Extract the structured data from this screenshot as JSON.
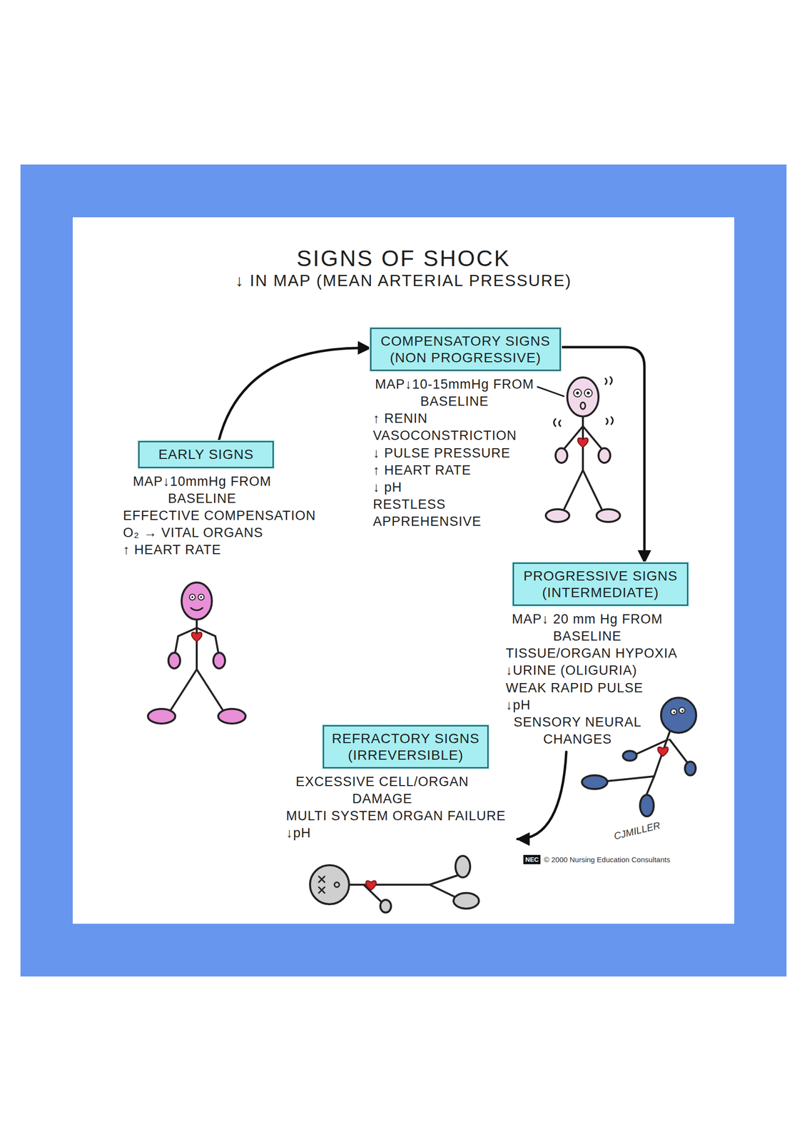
{
  "diagram": {
    "title": "SIGNS OF SHOCK",
    "nodes": [
      {
        "text": [
          "EARLY SIGNS",
          "MAP↓10mmHg FROM BASELINE",
          "EFFECTIVE COMPENSATION",
          "O₂ → VITAL ORGANS",
          "↑ HEART RATE"
        ]
      },
      {
        "text": [
          "COMPENSATORY SIGNS (NON PROGRESSIVE)",
          "MAP↓10-15mmHg FROM BASELINE",
          "↑ RENIN",
          "VASOCONSTRICTION",
          "↓ PULSE PRESSURE",
          "↑ HEART RATE",
          "↓ pH",
          "RESTLESS",
          "APPREHENSIVE"
        ]
      },
      {
        "text": [
          "PROGRESSIVE SIGNS (INTERMEDIATE)",
          "MAP↓ 20 mm Hg FROM BASELINE",
          "TISSUE/ORGAN HYPOXIA",
          "↓URINE (OLIGURIA)",
          "WEAK RAPID PULSE",
          "↓pH",
          "SENSORY NEURAL CHANGES"
        ]
      },
      {
        "text": [
          "REFRACTORY SIGNS (IRREVERSIBLE)",
          "EXCESSIVE CELL/ORGAN DAMAGE",
          "MULTI SYSTEM ORGAN FAILURE",
          "↓pH"
        ]
      }
    ],
    "edges": [
      {
        "from": 0,
        "to": 1,
        "arrow": "to"
      },
      {
        "from": 1,
        "to": 2,
        "arrow": "to"
      },
      {
        "from": 2,
        "to": 3,
        "arrow": "to"
      }
    ],
    "labels": [
      "↓ IN MAP (MEAN ARTERIAL PRESSURE)",
      "CJMILLER",
      "NEC",
      "© 2000 Nursing Education Consultants"
    ]
  }
}
